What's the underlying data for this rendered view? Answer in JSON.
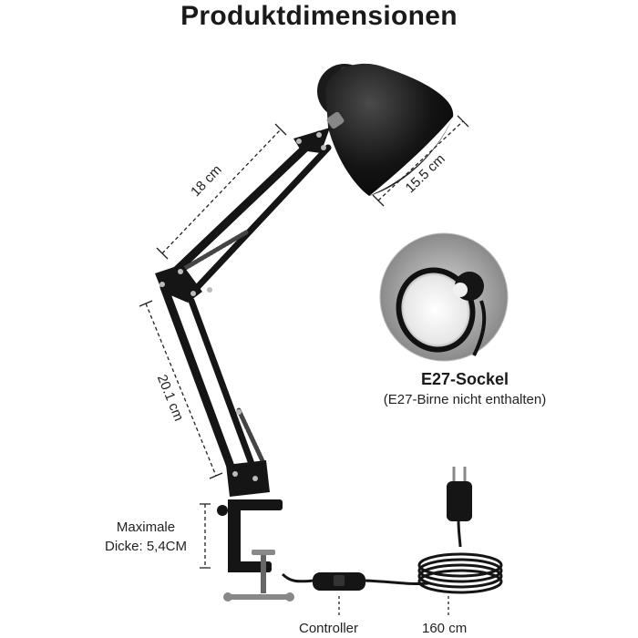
{
  "title": "Produktdimensionen",
  "dimensions": {
    "upper_arm": "18 cm",
    "shade": "15.5 cm",
    "lower_arm": "20.1 cm"
  },
  "socket": {
    "title": "E27-Sockel",
    "subtitle": "(E27-Birne nicht enthalten)"
  },
  "clamp": {
    "line1": "Maximale",
    "line2": "Dicke: 5,4CM"
  },
  "controller_label": "Controller",
  "cable_label": "160 cm",
  "colors": {
    "lamp": "#151515",
    "text": "#222222",
    "background": "#ffffff"
  },
  "icons": [
    "desk-lamp",
    "e27-socket-closeup",
    "euro-plug",
    "inline-switch",
    "table-clamp"
  ]
}
